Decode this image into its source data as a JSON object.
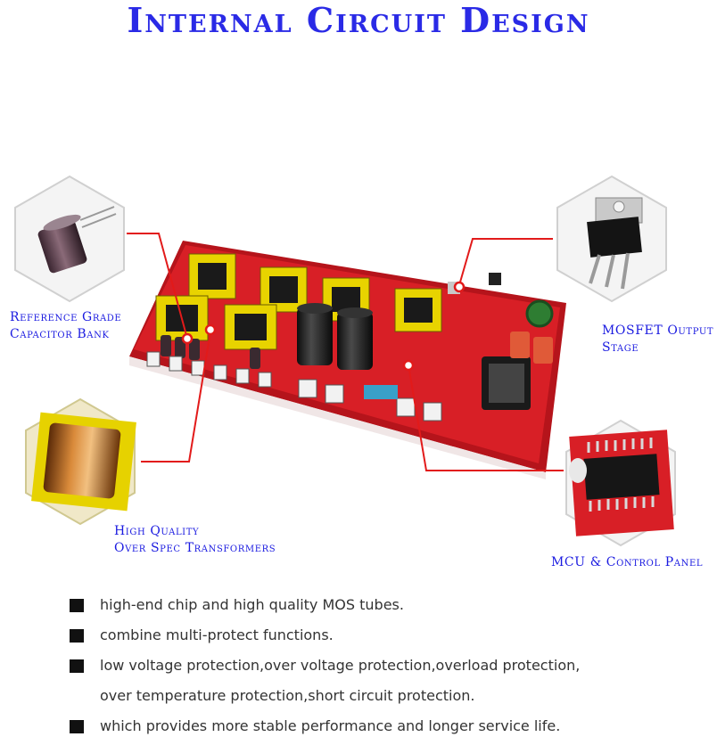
{
  "title": "Internal Circuit Design",
  "callouts": {
    "capacitor": [
      "Reference Grade",
      "Capacitor Bank"
    ],
    "mosfet": [
      "MOSFET Output",
      "Stage"
    ],
    "transformer": [
      "High Quality",
      "Over Spec Transformers"
    ],
    "mcu": [
      "MCU & Control Panel"
    ]
  },
  "bullets": [
    {
      "text": "high-end chip and high quality MOS tubes."
    },
    {
      "text": "combine multi-protect functions."
    },
    {
      "text": "low voltage protection,over voltage protection,overload protection,",
      "cont": "over temperature protection,short circuit protection."
    },
    {
      "text": "which provides more stable performance and longer service life."
    }
  ],
  "colors": {
    "title": "#2a2ae6",
    "labels": "#1a1ae0",
    "leader_lines": "#e21a1a",
    "pcb": "#d81f26"
  }
}
